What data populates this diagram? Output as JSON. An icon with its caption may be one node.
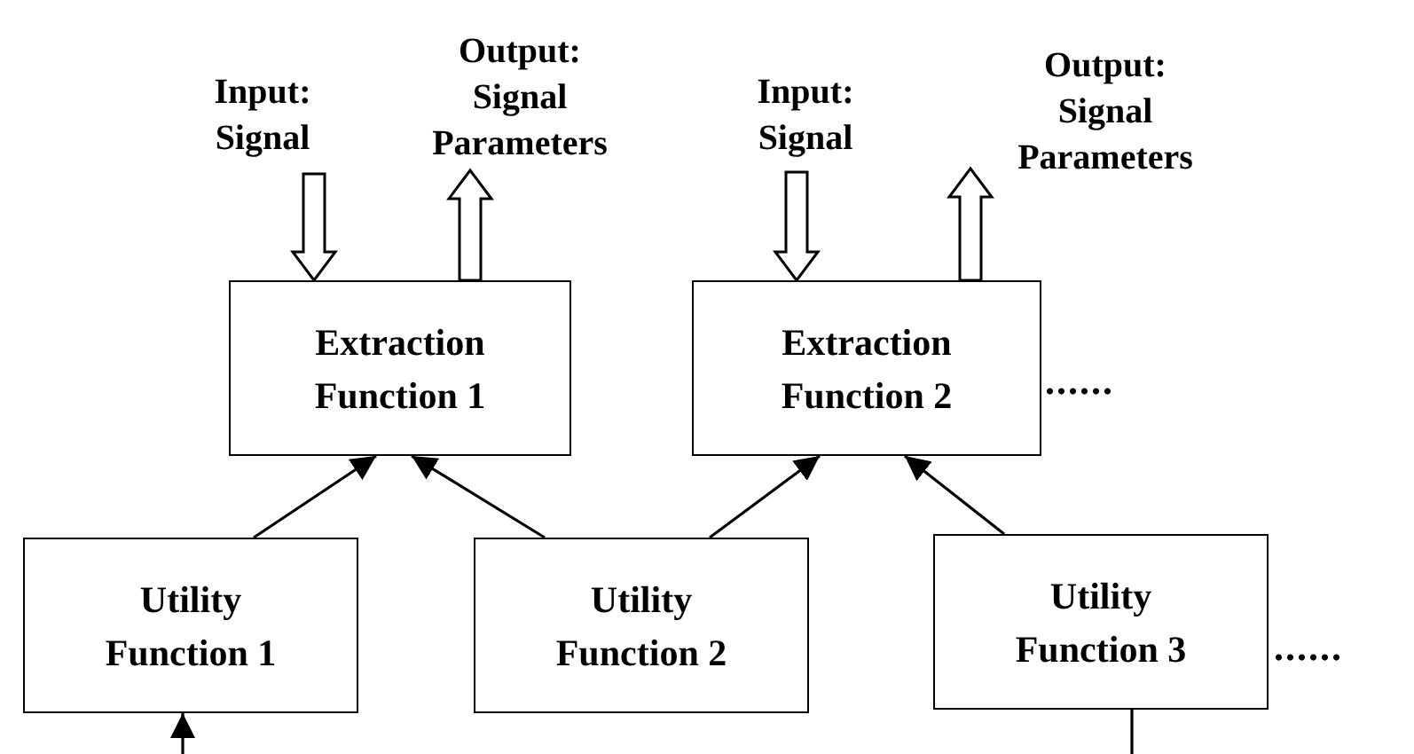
{
  "diagram": {
    "nodes": [
      {
        "text": [
          "Input: Signal"
        ]
      },
      {
        "text": [
          "Output: Signal Parameters"
        ]
      },
      {
        "text": [
          "Input: Signal"
        ]
      },
      {
        "text": [
          "Output: Signal Parameters"
        ]
      },
      {
        "text": [
          "Extraction Function 1"
        ]
      },
      {
        "text": [
          "Extraction Function 2"
        ],
        "beside": [
          "......"
        ]
      },
      {
        "text": [
          "Utility Function 1"
        ]
      },
      {
        "text": [
          "Utility Function 2"
        ]
      },
      {
        "text": [
          "Utility Function 3"
        ],
        "beside": [
          "......"
        ]
      }
    ],
    "edges": [
      {
        "from": 0,
        "to": 4,
        "arrow": "to",
        "style": "thick"
      },
      {
        "from": 4,
        "to": 1,
        "arrow": "to",
        "style": "thick"
      },
      {
        "from": 2,
        "to": 5,
        "arrow": "to",
        "style": "thick"
      },
      {
        "from": 5,
        "to": 3,
        "arrow": "to",
        "style": "thick"
      },
      {
        "from": 6,
        "to": 4,
        "arrow": "to"
      },
      {
        "from": 7,
        "to": 4,
        "arrow": "to"
      },
      {
        "from": 7,
        "to": 5,
        "arrow": "to"
      },
      {
        "from": 8,
        "to": 5,
        "arrow": "to"
      },
      {
        "from": null,
        "to": 6,
        "arrow": "to"
      },
      {
        "from": 8,
        "to": null,
        "arrow": "none"
      }
    ]
  }
}
